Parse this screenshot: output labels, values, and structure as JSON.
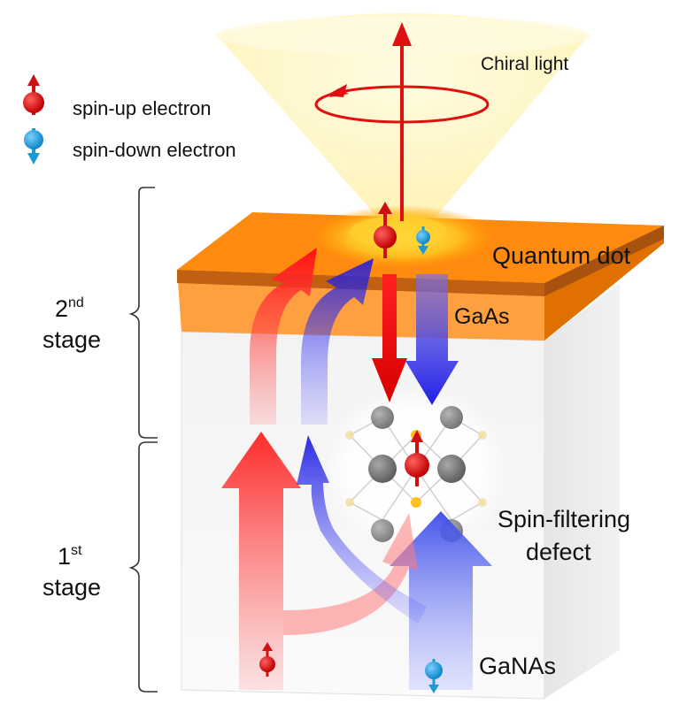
{
  "legend": {
    "spin_up": "spin-up electron",
    "spin_down": "spin-down electron"
  },
  "labels": {
    "chiral_light": "Chiral light",
    "quantum_dot": "Quantum dot",
    "gaas": "GaAs",
    "spin_filtering_line1": "Spin-filtering",
    "spin_filtering_line2": "defect",
    "ganas": "GaNAs"
  },
  "stages": {
    "second_number": "2",
    "second_suffix": "nd",
    "second_word": "stage",
    "first_number": "1",
    "first_suffix": "st",
    "first_word": "stage"
  },
  "colors": {
    "spin_up": "#e01010",
    "spin_down": "#1a9ad6",
    "orange_layer": "#ff8000",
    "light_cone": "#fff8c8",
    "arrow_red": "#e81010",
    "arrow_blue": "#2020e0"
  }
}
